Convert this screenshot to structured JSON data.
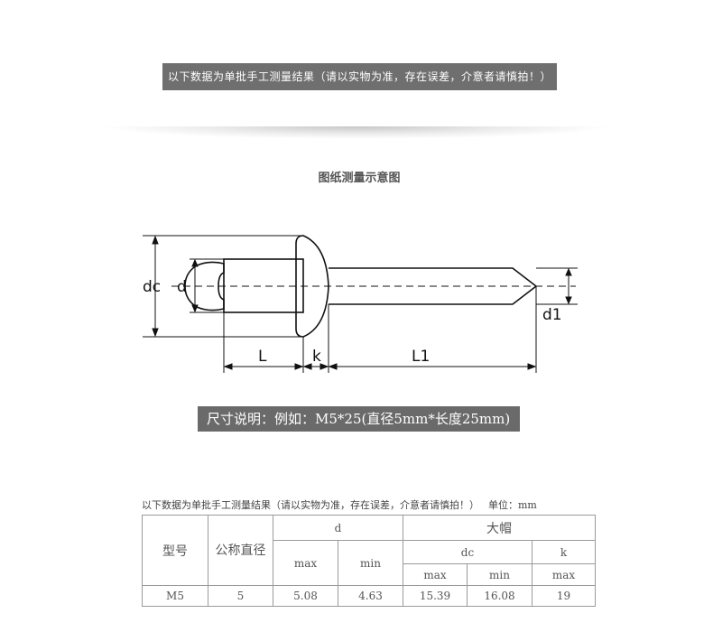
{
  "banner": {
    "text": "以下数据为单批手工测量结果（请以实物为准，存在误差，介意者请慎拍！）"
  },
  "diagram": {
    "title": "图纸测量示意图",
    "labels": {
      "dc": "dc",
      "d": "d",
      "d1": "d1",
      "L": "L",
      "k": "k",
      "L1": "L1"
    }
  },
  "note": {
    "text": "尺寸说明：例如：M5*25(直径5mm*长度25mm)"
  },
  "table": {
    "caption": "以下数据为单批手工测量结果（请以实物为准，存在误差，介意者请慎拍！）",
    "unit": "单位：mm",
    "headers": {
      "model": "型号",
      "nominal": "公称直径",
      "d": "d",
      "cap": "大帽",
      "dc": "dc",
      "k": "k",
      "max": "max",
      "min": "min"
    },
    "rows": [
      {
        "model": "M5",
        "nominal": "5",
        "d_max": "5.08",
        "d_min": "4.63",
        "dc_max": "15.39",
        "dc_min": "16.08",
        "k_max": "19"
      }
    ]
  }
}
